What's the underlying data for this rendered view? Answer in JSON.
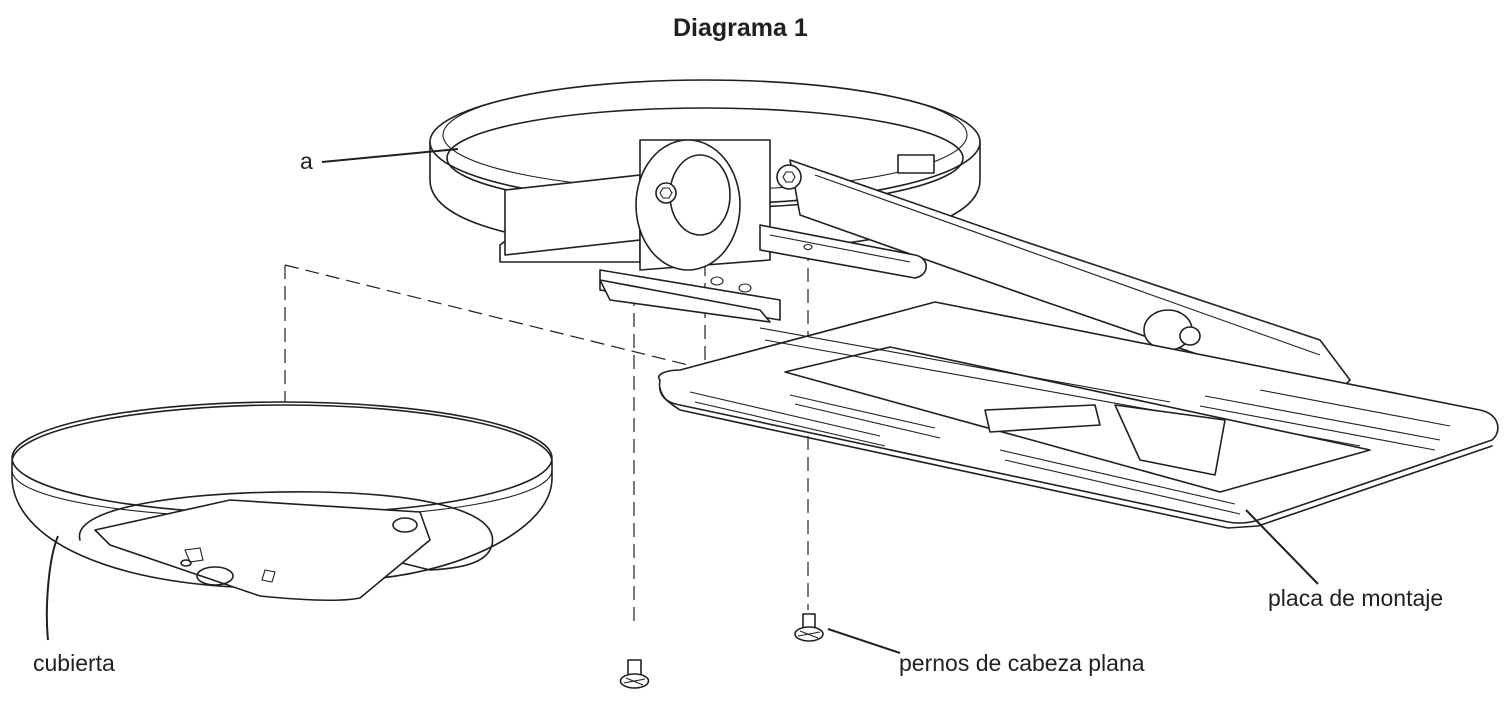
{
  "diagram": {
    "title": "Diagrama 1",
    "labels": {
      "part_a": "a",
      "cover": "cubierta",
      "mounting_plate": "placa de montaje",
      "flat_head_bolts": "pernos de cabeza plana"
    }
  }
}
